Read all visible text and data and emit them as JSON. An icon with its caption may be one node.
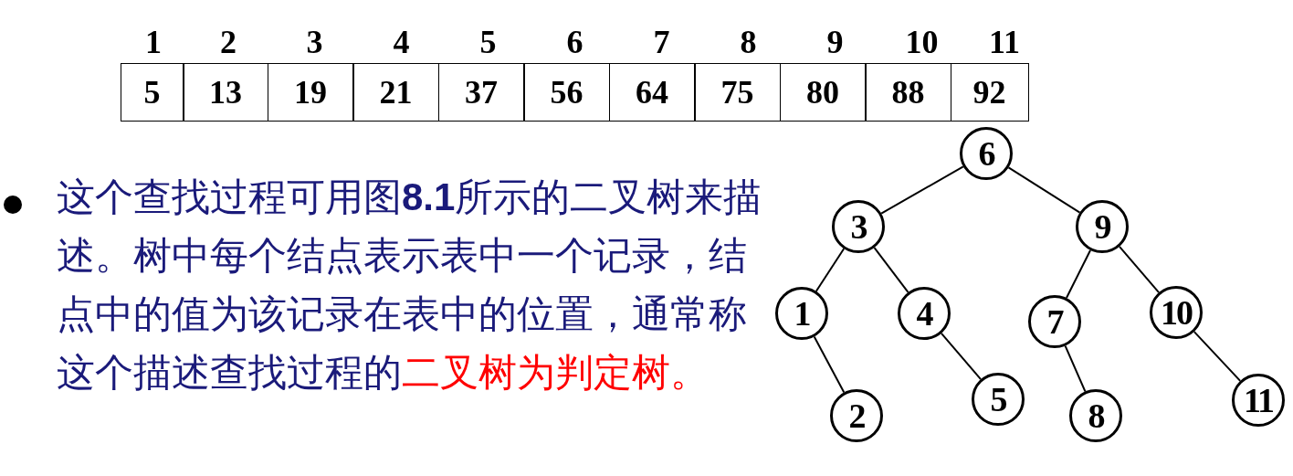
{
  "diagram": {
    "nodes": [
      {
        "text": [
          "6"
        ]
      },
      {
        "text": [
          "3"
        ]
      },
      {
        "text": [
          "9"
        ]
      },
      {
        "text": [
          "1"
        ]
      },
      {
        "text": [
          "4"
        ]
      },
      {
        "text": [
          "7"
        ]
      },
      {
        "text": [
          "10"
        ]
      },
      {
        "text": [
          "2"
        ]
      },
      {
        "text": [
          "5"
        ]
      },
      {
        "text": [
          "8"
        ]
      },
      {
        "text": [
          "11"
        ]
      }
    ],
    "edges": [
      {
        "from": 0,
        "to": 1,
        "arrow": "none"
      },
      {
        "from": 0,
        "to": 2,
        "arrow": "none"
      },
      {
        "from": 1,
        "to": 3,
        "arrow": "none"
      },
      {
        "from": 1,
        "to": 4,
        "arrow": "none"
      },
      {
        "from": 3,
        "to": 7,
        "arrow": "none"
      },
      {
        "from": 4,
        "to": 8,
        "arrow": "none"
      },
      {
        "from": 2,
        "to": 5,
        "arrow": "none"
      },
      {
        "from": 2,
        "to": 6,
        "arrow": "none"
      },
      {
        "from": 5,
        "to": 9,
        "arrow": "none"
      },
      {
        "from": 6,
        "to": 10,
        "arrow": "none"
      }
    ],
    "labels": [
      "1",
      "2",
      "3",
      "4",
      "5",
      "6",
      "7",
      "8",
      "9",
      "10",
      "11",
      "5",
      "13",
      "19",
      "21",
      "37",
      "56",
      "64",
      "75",
      "80",
      "88",
      "92",
      "这个查找过程可用图**8.1**所示的二叉树来描述。树中每个结点表示表中一个记录，结点中的值为该记录在表中的位置，通常称这个描述查找过程的",
      "二叉树为判定树。"
    ]
  }
}
